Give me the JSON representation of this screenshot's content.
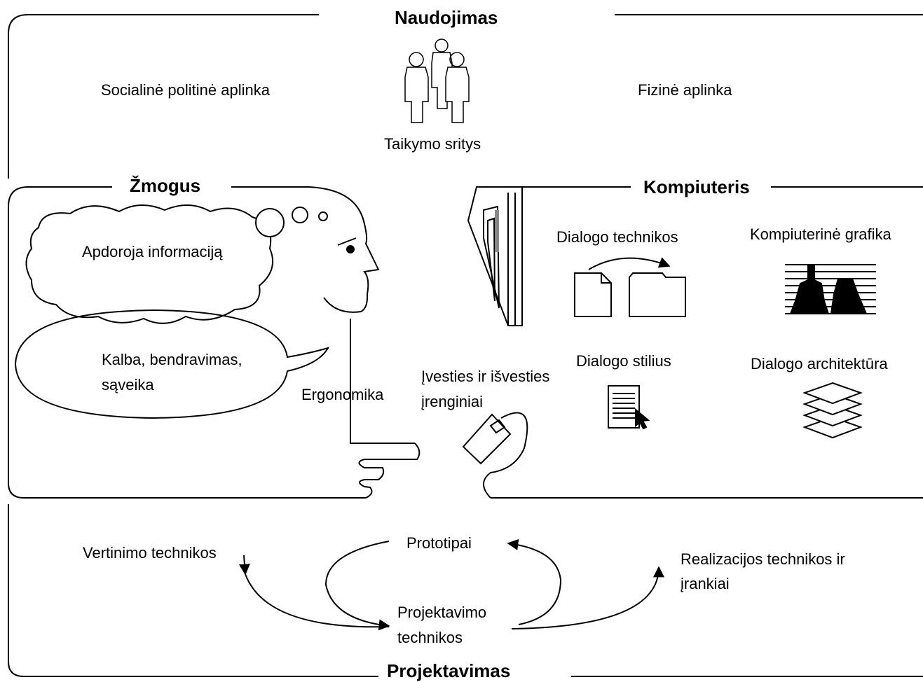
{
  "sections": {
    "naudojimas": "Naudojimas",
    "zmogus": "Žmogus",
    "kompiuteris": "Kompiuteris",
    "projektavimas": "Projektavimas"
  },
  "naudojimas": {
    "social": "Socialinė politinė aplinka",
    "physical": "Fizinė aplinka",
    "domains": "Taikymo sritys"
  },
  "zmogus": {
    "processing": "Apdoroja informaciją",
    "language_1": "Kalba, bendravimas,",
    "language_2": "sąveika",
    "ergonomics": "Ergonomika"
  },
  "kompiuteris": {
    "io_1": "Įvesties ir išvesties",
    "io_2": "įrenginiai",
    "dialog_techniques": "Dialogo technikos",
    "graphics": "Kompiuterinė grafika",
    "dialog_style": "Dialogo stilius",
    "dialog_architecture": "Dialogo architektūra"
  },
  "projektavimas": {
    "evaluation": "Vertinimo technikos",
    "prototypes": "Prototipai",
    "design_1": "Projektavimo",
    "design_2": "technikos",
    "implementation_1": "Realizacijos technikos ir",
    "implementation_2": "įrankiai"
  }
}
